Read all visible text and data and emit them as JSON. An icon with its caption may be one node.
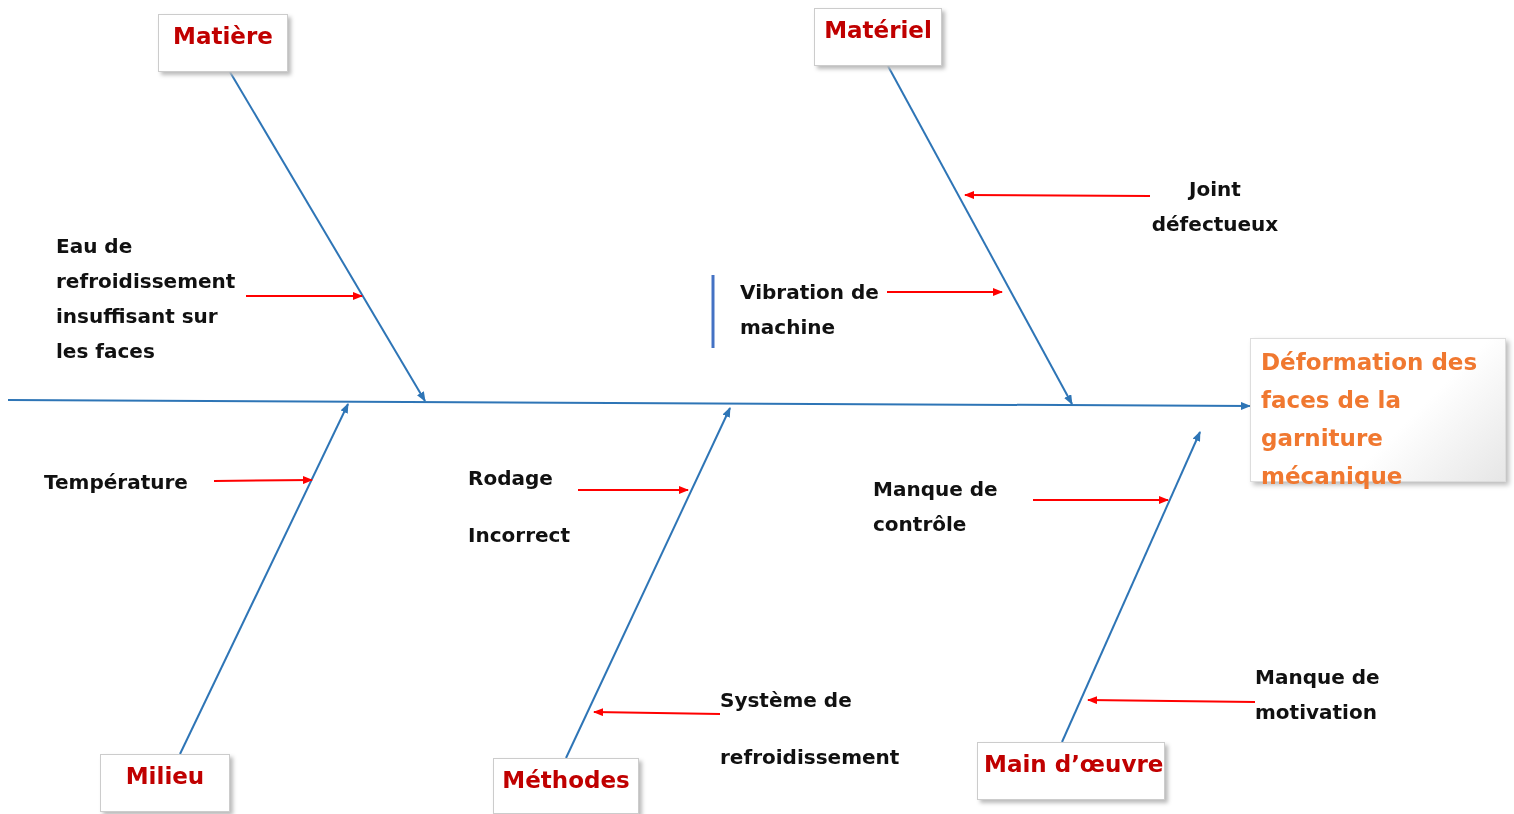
{
  "diagram": {
    "nodes": [
      {
        "text": [
          "Déformation des faces de la garniture mécanique"
        ]
      },
      {
        "text": [
          "Matière"
        ]
      },
      {
        "text": [
          "Matériel"
        ]
      },
      {
        "text": [
          "Milieu"
        ]
      },
      {
        "text": [
          "Méthodes"
        ]
      },
      {
        "text": [
          "Main d’œuvre"
        ]
      },
      {
        "text": [
          "Eau de refroidissement insuffisant sur les faces"
        ]
      },
      {
        "text": [
          "Joint défectueux"
        ]
      },
      {
        "text": [
          "Vibration de machine"
        ]
      },
      {
        "text": [
          "Température"
        ]
      },
      {
        "text": [
          "Rodage Incorrect"
        ]
      },
      {
        "text": [
          "Manque de contrôle"
        ]
      },
      {
        "text": [
          "Système de refroidissement"
        ]
      },
      {
        "text": [
          "Manque de motivation"
        ]
      }
    ],
    "edges": [
      {
        "from": null,
        "to": 0,
        "arrow": "to",
        "color": "#2e75b6"
      },
      {
        "from": 1,
        "to": null,
        "arrow": "to",
        "color": "#2e75b6"
      },
      {
        "from": 2,
        "to": null,
        "arrow": "to",
        "color": "#2e75b6"
      },
      {
        "from": 3,
        "to": null,
        "arrow": "to",
        "color": "#2e75b6"
      },
      {
        "from": 4,
        "to": null,
        "arrow": "to",
        "color": "#2e75b6"
      },
      {
        "from": 5,
        "to": null,
        "arrow": "to",
        "color": "#2e75b6"
      },
      {
        "from": 6,
        "to": null,
        "arrow": "to",
        "color": "#ff0000"
      },
      {
        "from": 7,
        "to": null,
        "arrow": "to",
        "color": "#ff0000"
      },
      {
        "from": 8,
        "to": null,
        "arrow": "to",
        "color": "#ff0000"
      },
      {
        "from": 9,
        "to": null,
        "arrow": "to",
        "color": "#ff0000"
      },
      {
        "from": 10,
        "to": null,
        "arrow": "to",
        "color": "#ff0000"
      },
      {
        "from": 11,
        "to": null,
        "arrow": "to",
        "color": "#ff0000"
      },
      {
        "from": 12,
        "to": null,
        "arrow": "to",
        "color": "#ff0000"
      },
      {
        "from": 13,
        "to": null,
        "arrow": "to",
        "color": "#ff0000"
      }
    ]
  }
}
